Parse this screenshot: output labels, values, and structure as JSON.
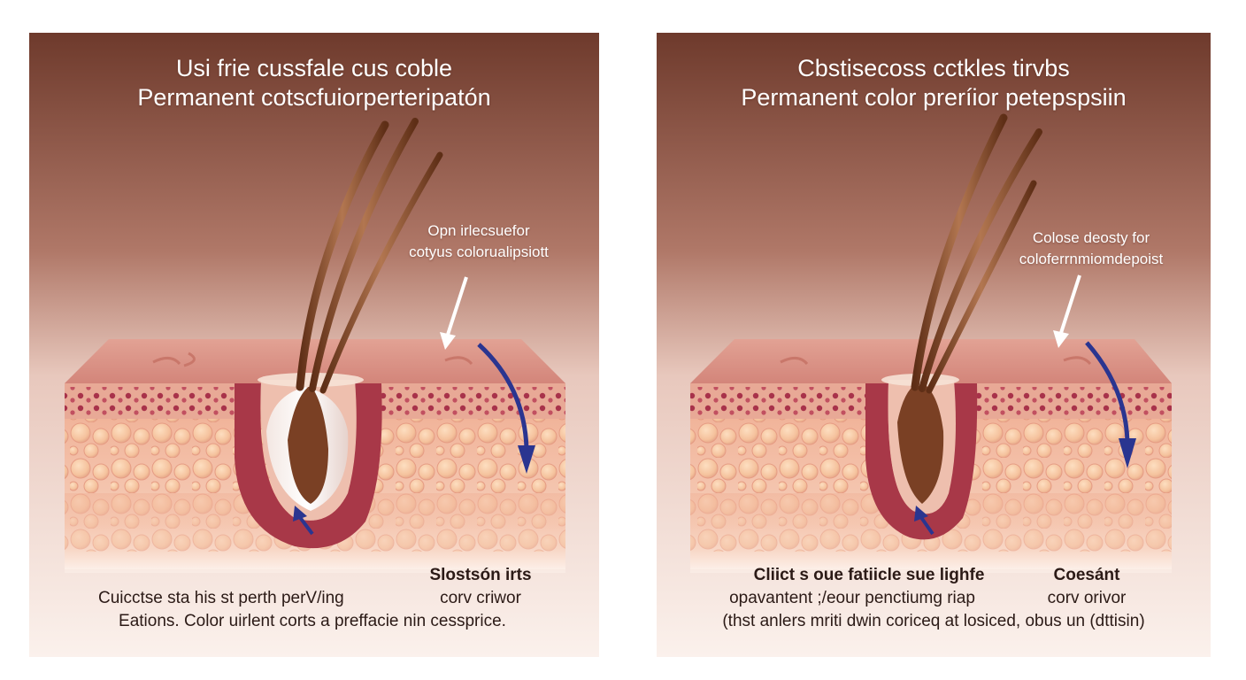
{
  "panels": [
    {
      "title_line1": "Usi frie cussfale cus coble",
      "title_line2": "Permanent cotscfuiorperteripatón",
      "callout_line1": "Opn irlecsuefor",
      "callout_line2": "cotyus colorualipsiott",
      "label_right_line1": "Slostsón irts",
      "label_right_line2": "corv criwor",
      "caption_line1": "Cuicctse sta his st perth perV/ing",
      "caption_line2": "Eations. Color uirlent corts a preffacie nin cessprice."
    },
    {
      "title_line1": "Cbstisecoss  cctkles tirvbs",
      "title_line2": "Permanent color preríior petepspsiin",
      "callout_line1": "Colose deosty for",
      "callout_line2": "coloferrnmiomdepoist",
      "label_left_line1": "Cliict s oue fatiicle sue lighfe",
      "label_right_line1": "Coesánt",
      "label_right_line2": "corv orivor",
      "caption_line1": "opavantent ;/eour penctiumg riap",
      "caption_line2": "(thst anlers mriti dwin coriceq at losiced, obus un (dttisin)"
    }
  ],
  "colors": {
    "sky_top": "#6e3a2c",
    "sky_bottom": "#f7e6df",
    "skin_top": "#d98f7f",
    "fat_cell": "#f3c39a",
    "hair": "#8a4e2c",
    "arrow_blue": "#2a3590"
  }
}
